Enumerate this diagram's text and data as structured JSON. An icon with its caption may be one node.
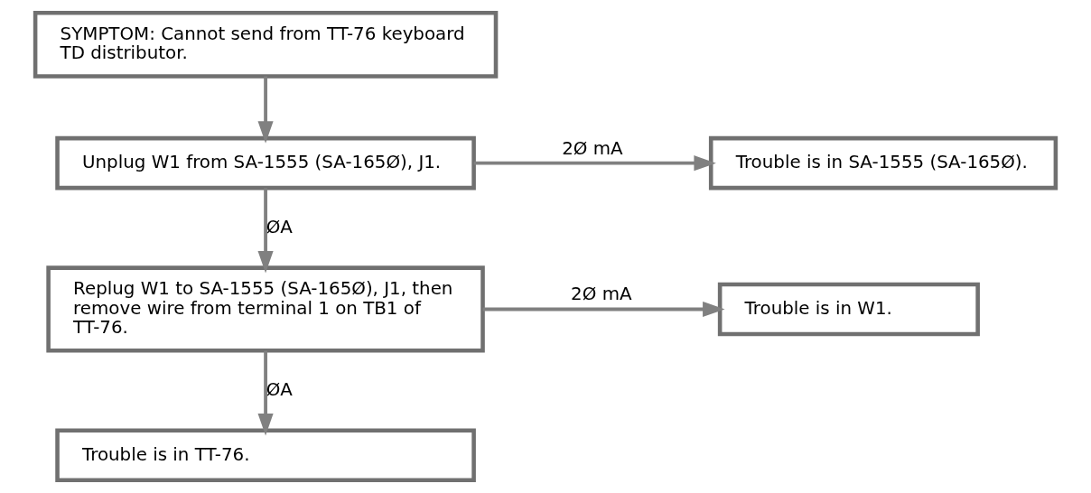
{
  "diagram": {
    "nodes": [
      {
        "text": [
          "SYMPTOM: Cannot send from TT-76 keyboard TD distributor."
        ]
      },
      {
        "text": [
          "Unplug W1 from SA-1555 (SA-165Ø), J1."
        ]
      },
      {
        "text": [
          "Trouble is in SA-1555 (SA-165Ø)."
        ]
      },
      {
        "text": [
          "Replug W1 to SA-1555 (SA-165Ø), J1, then remove wire from terminal 1 on TB1 of TT-76."
        ]
      },
      {
        "text": [
          "Trouble is in W1."
        ]
      },
      {
        "text": [
          "Trouble is in TT-76."
        ]
      }
    ],
    "edges": [
      {
        "from": 0,
        "to": 1,
        "arrow": "to"
      },
      {
        "from": 1,
        "to": 2,
        "arrow": "to",
        "label": "2Ø mA"
      },
      {
        "from": 1,
        "to": 3,
        "arrow": "to",
        "label": "ØA"
      },
      {
        "from": 3,
        "to": 4,
        "arrow": "to",
        "label": "2Ø mA"
      },
      {
        "from": 3,
        "to": 5,
        "arrow": "to",
        "label": "ØA"
      }
    ]
  }
}
